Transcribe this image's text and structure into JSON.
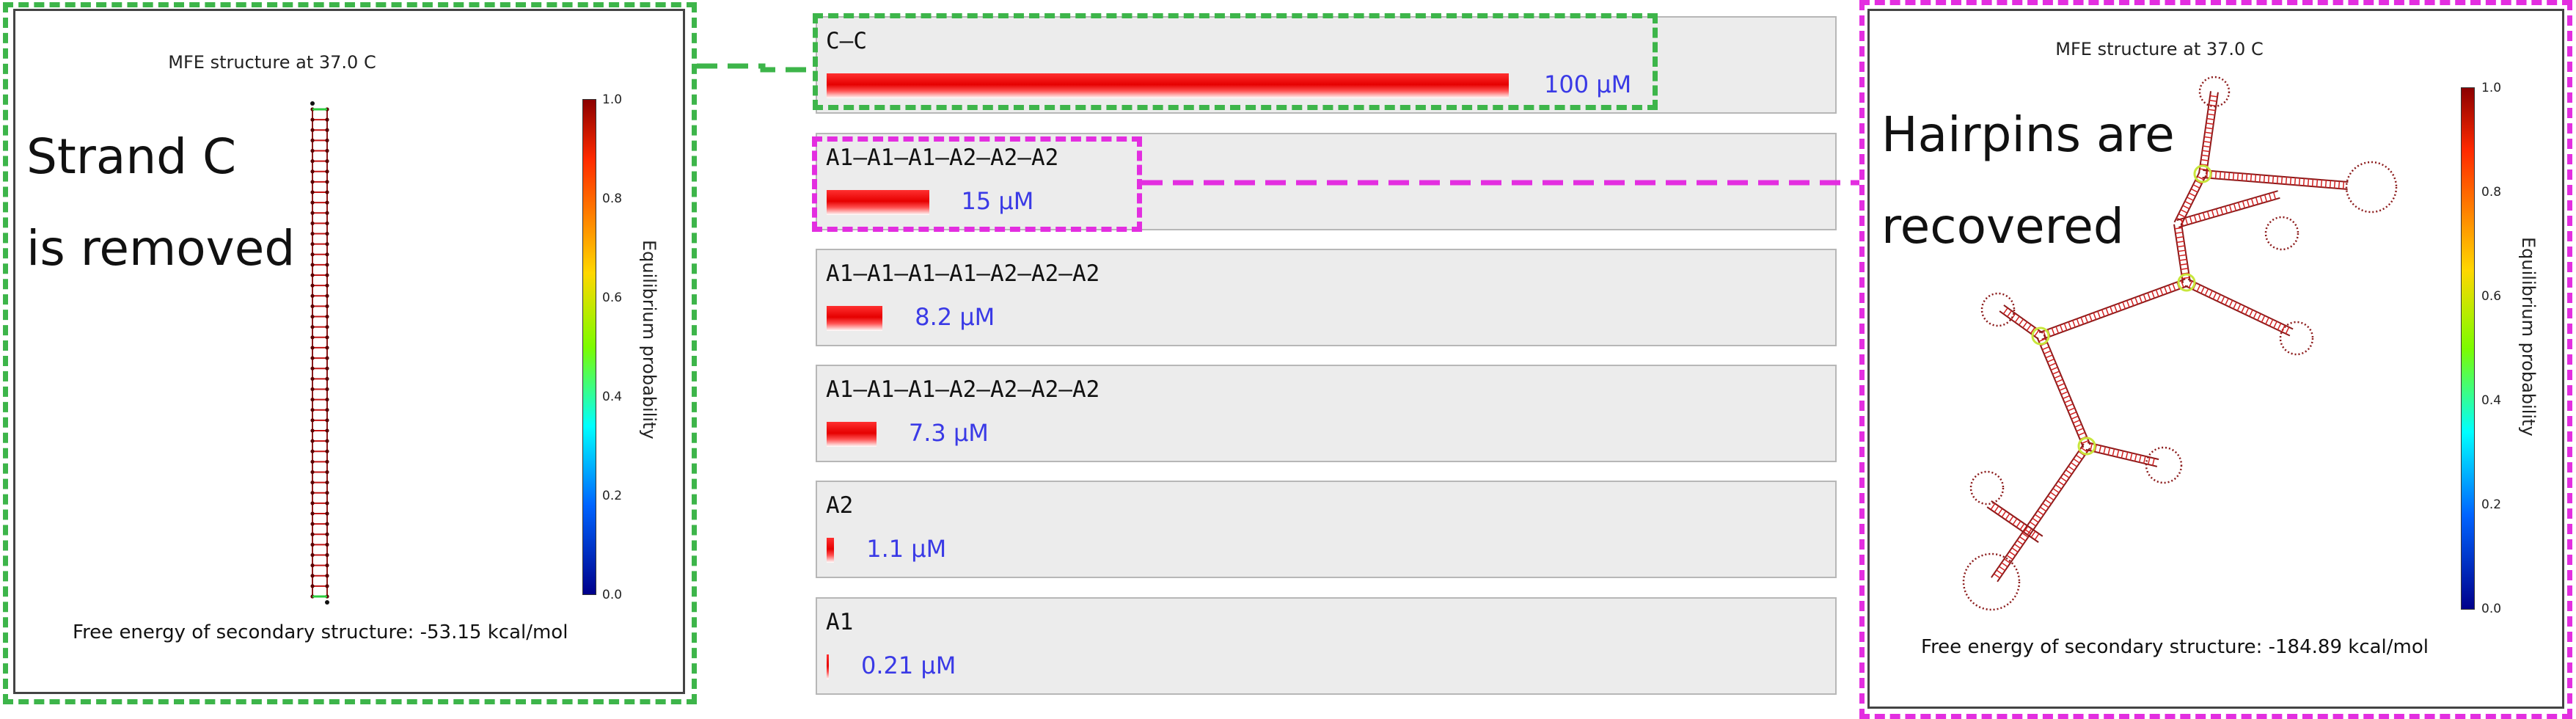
{
  "left_panel": {
    "title": "MFE structure at 37.0 C",
    "free_energy": "Free energy of secondary structure: -53.15 kcal/mol"
  },
  "right_panel": {
    "title": "MFE structure at 37.0 C",
    "free_energy": "Free energy of secondary structure: -184.89 kcal/mol"
  },
  "colorbar": {
    "axis_label": "Equilibrium probability",
    "ticks": [
      "1.0",
      "0.8",
      "0.6",
      "0.4",
      "0.2",
      "0.0"
    ],
    "colors": [
      "#8b0000",
      "#ff2a00",
      "#ffd700",
      "#7cfc00",
      "#00ffff",
      "#0064ff",
      "#00008b"
    ]
  },
  "annotations": {
    "left_line1": "Strand C",
    "left_line2": "is removed",
    "right_line1": "Hairpins are",
    "right_line2": "recovered"
  },
  "complexes": [
    {
      "name": "C–C",
      "concentration": "100 μM",
      "value_uM": 100
    },
    {
      "name": "A1–A1–A1–A2–A2–A2",
      "concentration": "15 μM",
      "value_uM": 15
    },
    {
      "name": "A1–A1–A1–A1–A2–A2–A2",
      "concentration": "8.2 μM",
      "value_uM": 8.2
    },
    {
      "name": "A1–A1–A1–A2–A2–A2–A2",
      "concentration": "7.3 μM",
      "value_uM": 7.3
    },
    {
      "name": "A2",
      "concentration": "1.1 μM",
      "value_uM": 1.1
    },
    {
      "name": "A1",
      "concentration": "0.21 μM",
      "value_uM": 0.21
    }
  ],
  "highlight_colors": {
    "green": "#3db54a",
    "magenta": "#e32ee0"
  }
}
